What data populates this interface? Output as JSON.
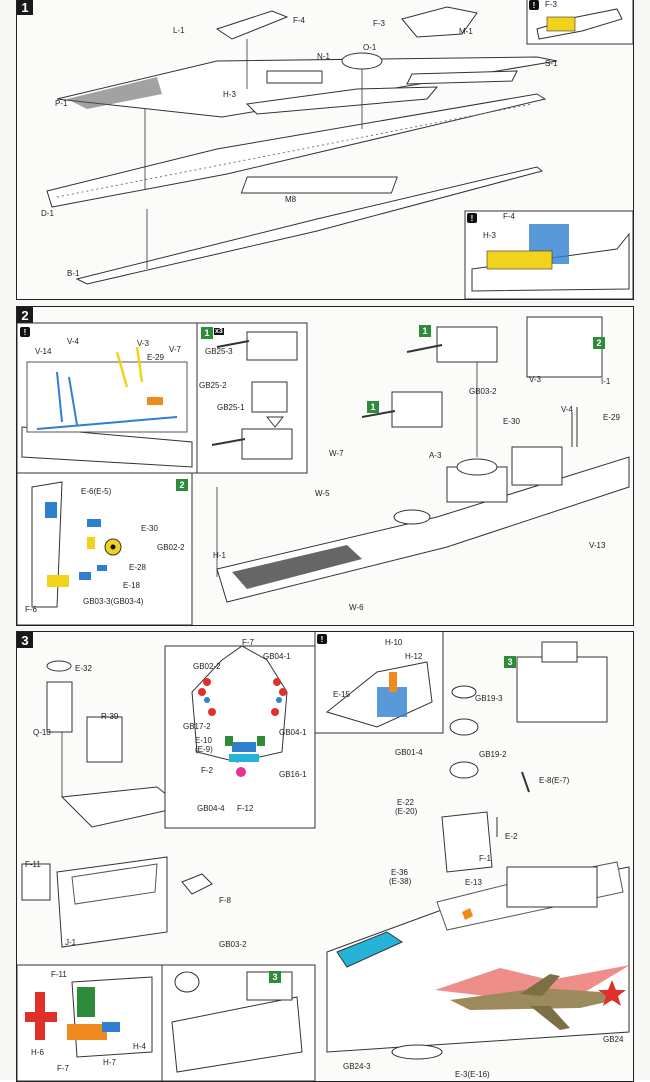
{
  "steps": [
    {
      "number": "1"
    },
    {
      "number": "2"
    },
    {
      "number": "3"
    }
  ],
  "step1": {
    "labels": {
      "l1": "L-1",
      "f4": "F-4",
      "f3": "F-3",
      "m1": "M-1",
      "f3b": "F-3",
      "n1": "N-1",
      "o1": "O-1",
      "s1": "S-1",
      "p1": "P-1",
      "h3": "H-3",
      "m8": "M8",
      "d1": "D-1",
      "b1": "B-1",
      "f4b": "F-4",
      "h3b": "H-3"
    }
  },
  "step2": {
    "count": "x3",
    "badge1": "1",
    "badge1b": "1",
    "badge2": "2",
    "badge2b": "2",
    "badge1c": "1",
    "labels": {
      "v14": "V-14",
      "v4": "V-4",
      "v3": "V-3",
      "e29": "E-29",
      "v7": "V-7",
      "gb253": "GB25-3",
      "gb252": "GB25-2",
      "gb251": "GB25-1",
      "e6": "E-6(E-5)",
      "e30": "E-30",
      "gb022": "GB02-2",
      "e28": "E-28",
      "e18": "E-18",
      "f6": "F-6",
      "gb033": "GB03-3(GB03-4)",
      "h1": "H-1",
      "w7": "W-7",
      "w5": "W-5",
      "a3": "A-3",
      "gb032": "GB03-2",
      "e30b": "E-30",
      "v3b": "V-3",
      "i1": "I-1",
      "v4b": "V-4",
      "e29b": "E-29",
      "v13": "V-13",
      "w6": "W-6"
    }
  },
  "step3": {
    "badge3": "3",
    "badge3b": "3",
    "labels": {
      "e32": "E-32",
      "q13": "Q-13",
      "r39": "R-39",
      "f11": "F-11",
      "f8": "F-8",
      "j1": "J-1",
      "gb032": "GB03-2",
      "f7": "F-7",
      "gb022": "GB02-2",
      "gb041": "GB04-1",
      "gb172": "GB17-2",
      "e10": "E-10",
      "e9": "(E-9)",
      "gb041b": "GB04-1",
      "f2": "F-2",
      "gb161": "GB16-1",
      "gb044": "GB04-4",
      "f12": "F-12",
      "h10": "H-10",
      "h12": "H-12",
      "e15": "E-15",
      "gb193": "GB19-3",
      "gb014": "GB01-4",
      "gb192": "GB19-2",
      "e22": "E-22",
      "e20": "(E-20)",
      "e8": "E-8(E-7)",
      "e2": "E-2",
      "f1": "F-1",
      "e36": "E-36",
      "e38": "(E-38)",
      "e13": "E-13",
      "f11b": "F-11",
      "h6": "H-6",
      "f7b": "F-7",
      "h7": "H-7",
      "h4": "H-4",
      "gb243": "GB24-3",
      "e3": "E-3(E-16)",
      "gb24r": "GB24"
    }
  },
  "colors": {
    "blue": "#2f7fd0",
    "yellow": "#f2d21b",
    "orange": "#f08a1c",
    "red": "#e0302a",
    "green": "#2e8b3a",
    "cyan": "#27b2d8",
    "pink": "#e5338f"
  }
}
